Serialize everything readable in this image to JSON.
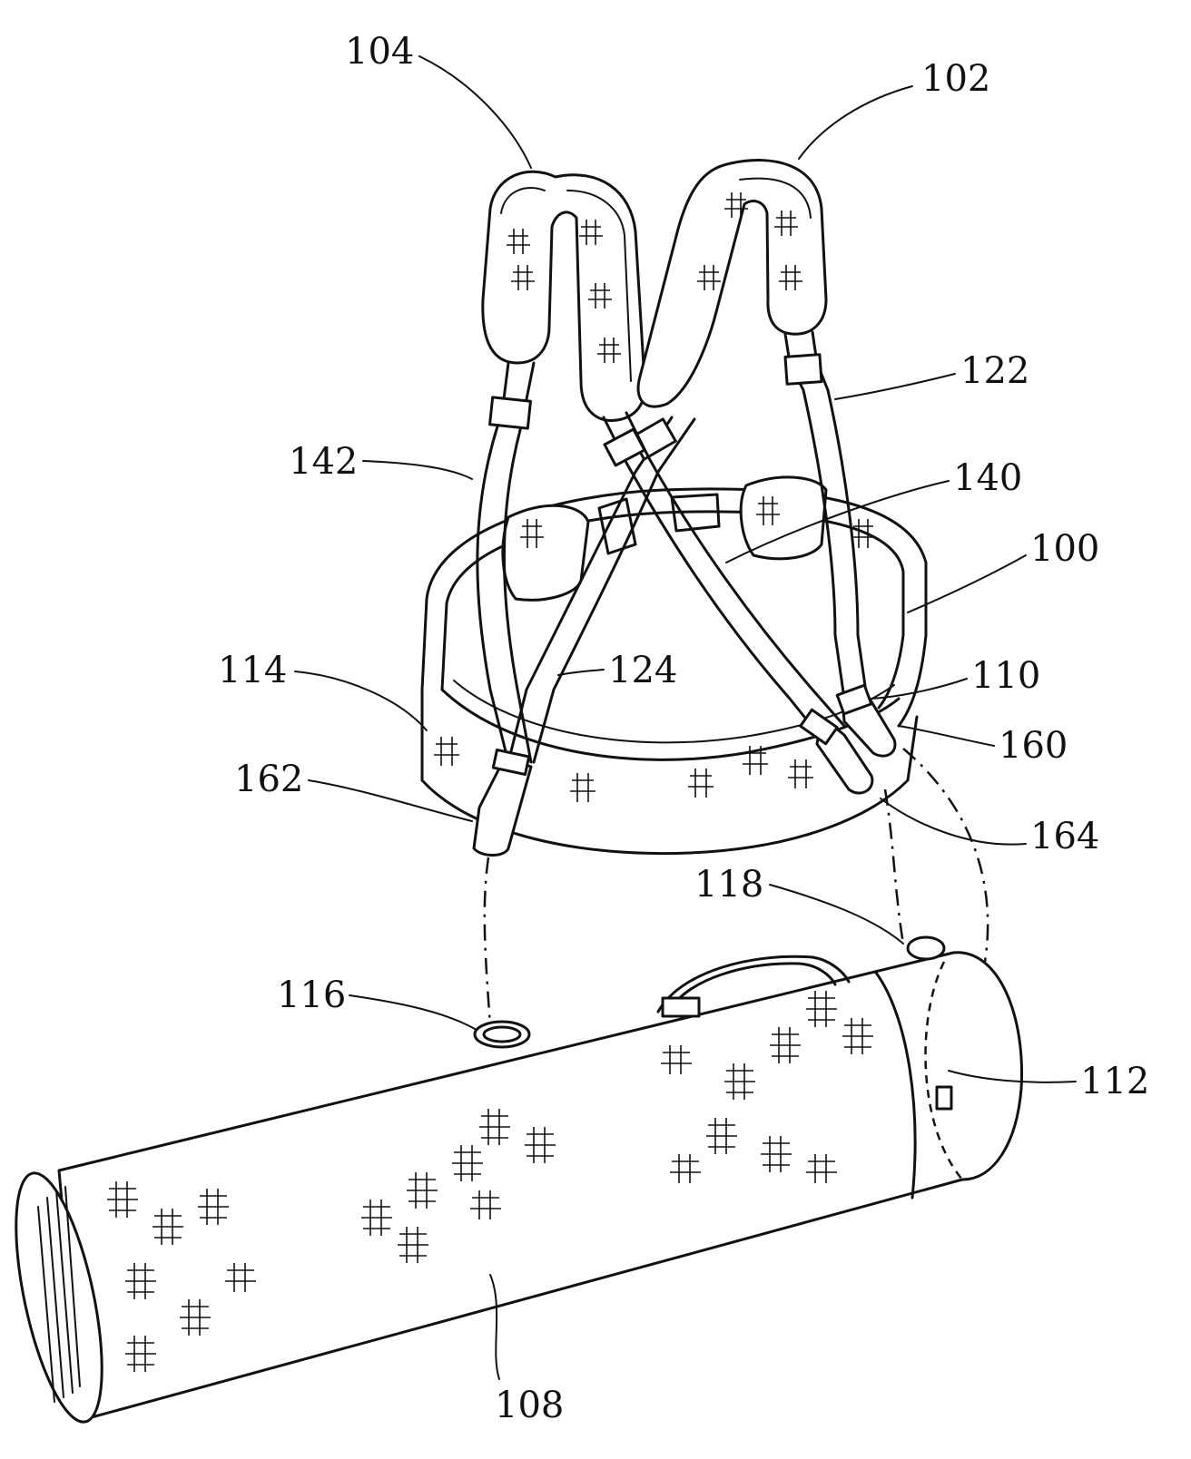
{
  "figure": {
    "labels": {
      "r100": "100",
      "r102": "102",
      "r104": "104",
      "r108": "108",
      "r110": "110",
      "r112": "112",
      "r114": "114",
      "r116": "116",
      "r118": "118",
      "r122": "122",
      "r124": "124",
      "r140": "140",
      "r142": "142",
      "r160": "160",
      "r162": "162",
      "r164": "164"
    },
    "colors": {
      "ink": "#111111",
      "paper": "#ffffff"
    }
  }
}
